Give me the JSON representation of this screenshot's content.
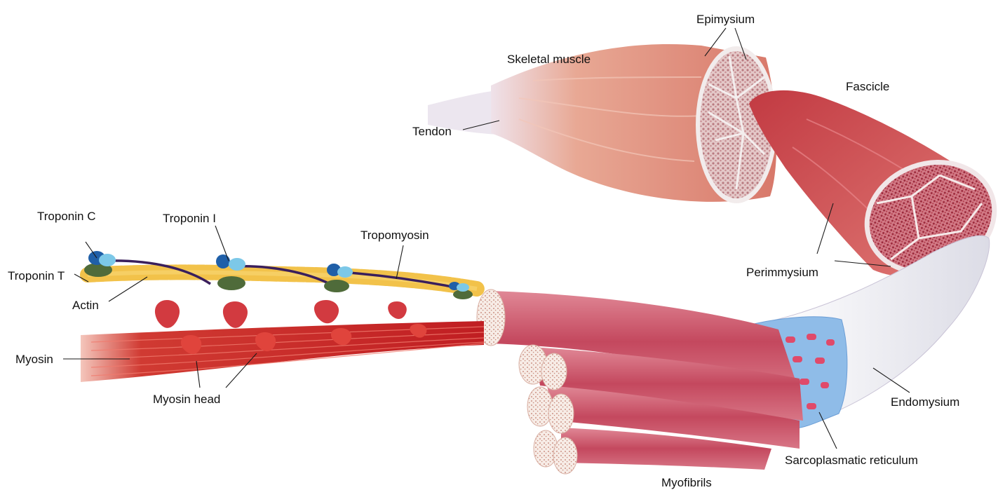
{
  "labels": {
    "epimysium": "Epimysium",
    "skeletal_muscle": "Skeletal muscle",
    "fascicle": "Fascicle",
    "tendon": "Tendon",
    "troponin_c": "Troponin C",
    "troponin_i": "Troponin I",
    "tropomyosin": "Tropomyosin",
    "troponin_t": "Troponin T",
    "perimmysium": "Perimmysium",
    "actin": "Actin",
    "myosin": "Myosin",
    "endomysium": "Endomysium",
    "myosin_head": "Myosin head",
    "sarcoplasmatic_reticulum": "Sarcoplasmatic reticulum",
    "myofibrils": "Myofibrils"
  },
  "colors": {
    "muscle": "#d8786a",
    "fascicle": "#c8454a",
    "myofibril": "#c45a6a",
    "myosin": "#c8262a",
    "actin": "#f2c24a",
    "troponin_c": "#7cc8e8",
    "troponin_i": "#1f5fa8",
    "troponin_t": "#4f6b3a",
    "tropomyosin": "#3a1f5c",
    "reticulum": "#8fbce8",
    "endomysium": "#efeff4"
  }
}
